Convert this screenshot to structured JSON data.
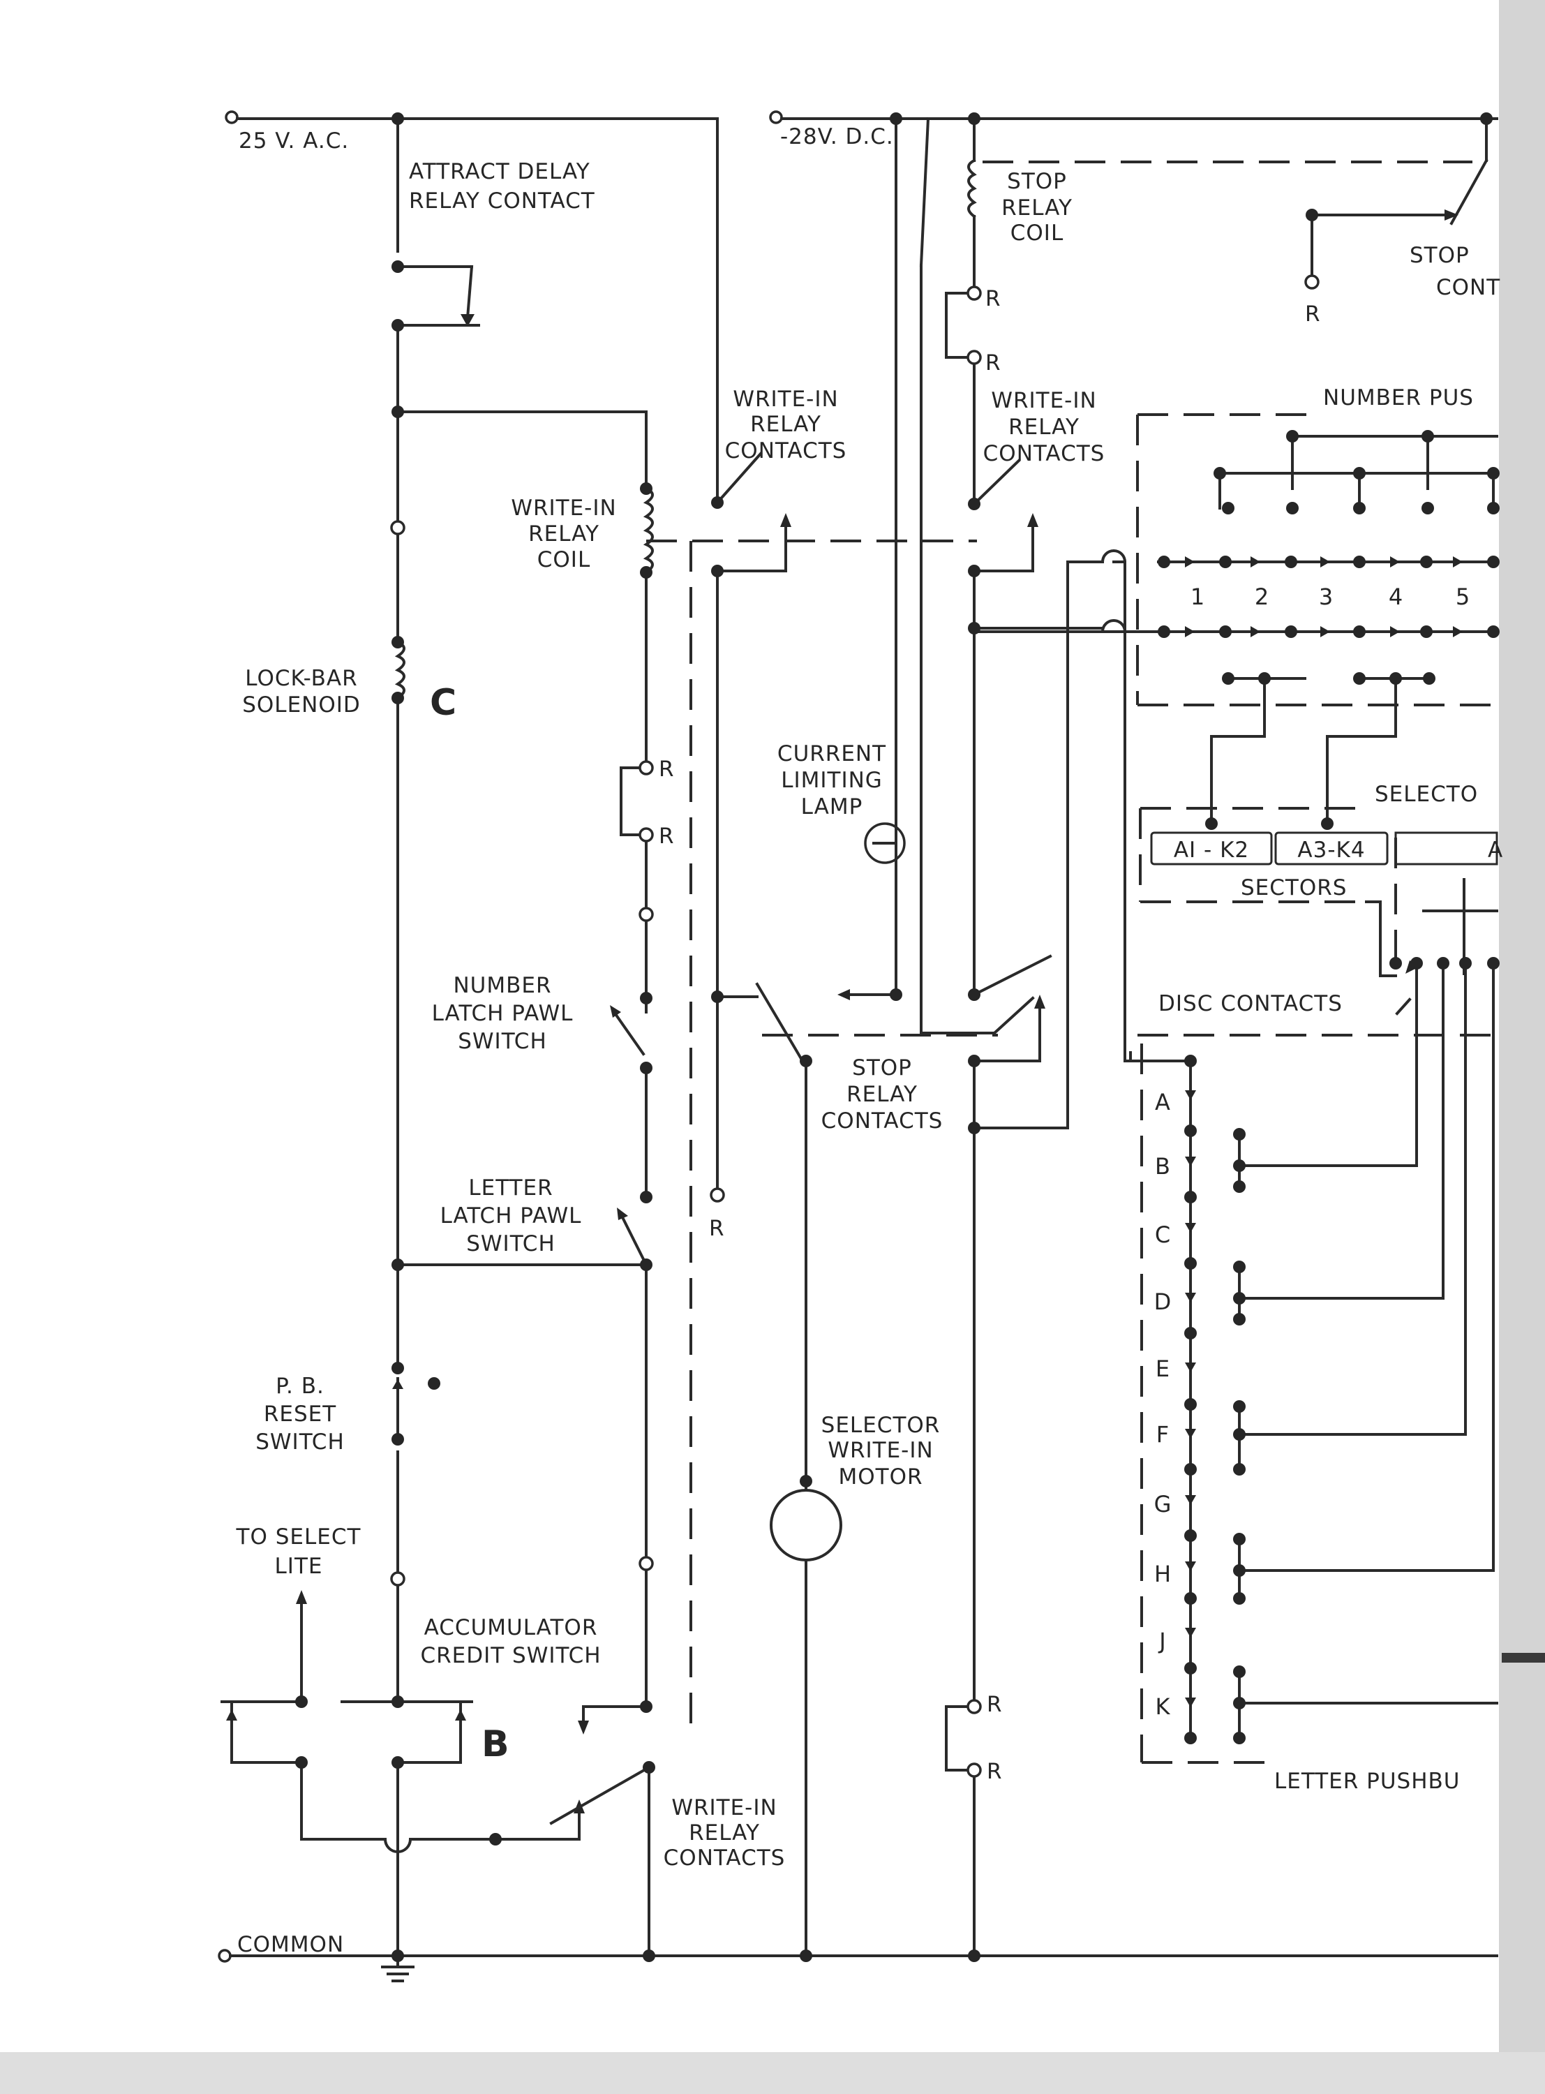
{
  "rails": {
    "ac_label": "25 V. A.C.",
    "dc_label": "-28V. D.C.",
    "common_label": "COMMON"
  },
  "labels": {
    "attract_delay_1": "ATTRACT DELAY",
    "attract_delay_2": "RELAY CONTACT",
    "stop_relay_coil_1": "STOP",
    "stop_relay_coil_2": "RELAY",
    "stop_relay_coil_3": "COIL",
    "stop_cont_1": "STOP",
    "stop_cont_2": "CONT",
    "number_pushbutton": "NUMBER PUS",
    "write_in_contacts_1a": "WRITE-IN",
    "write_in_contacts_1b": "RELAY",
    "write_in_contacts_1c": "CONTACTS",
    "write_in_contacts_2a": "WRITE-IN",
    "write_in_contacts_2b": "RELAY",
    "write_in_contacts_2c": "CONTACTS",
    "write_in_coil_1": "WRITE-IN",
    "write_in_coil_2": "RELAY",
    "write_in_coil_3": "COIL",
    "lock_bar_1": "LOCK-BAR",
    "lock_bar_2": "SOLENOID",
    "lock_bar_letter": "C",
    "current_lamp_1": "CURRENT",
    "current_lamp_2": "LIMITING",
    "current_lamp_3": "LAMP",
    "selector": "SELECTO",
    "sector_a1k2": "AI - K2",
    "sector_a3k4": "A3-K4",
    "sector_partial": "A",
    "sectors": "SECTORS",
    "disc_contacts": "DISC CONTACTS",
    "number_latch_1": "NUMBER",
    "number_latch_2": "LATCH PAWL",
    "number_latch_3": "SWITCH",
    "stop_contacts_1": "STOP",
    "stop_contacts_2": "RELAY",
    "stop_contacts_3": "CONTACTS",
    "letter_latch_1": "LETTER",
    "letter_latch_2": "LATCH PAWL",
    "letter_latch_3": "SWITCH",
    "pb_reset_1": "P. B.",
    "pb_reset_2": "RESET",
    "pb_reset_3": "SWITCH",
    "motor_1": "SELECTOR",
    "motor_2": "WRITE-IN",
    "motor_3": "MOTOR",
    "select_lite_1": "TO SELECT",
    "select_lite_2": "LITE",
    "accum_1": "ACCUMULATOR",
    "accum_2": "CREDIT SWITCH",
    "accum_letter": "B",
    "write_in_contacts_3a": "WRITE-IN",
    "write_in_contacts_3b": "RELAY",
    "write_in_contacts_3c": "CONTACTS",
    "letter_pushbutton": "LETTER PUSHBU",
    "r": "R"
  },
  "number_keys": [
    "1",
    "2",
    "3",
    "4",
    "5"
  ],
  "letter_keys": [
    "A",
    "B",
    "C",
    "D",
    "E",
    "F",
    "G",
    "H",
    "J",
    "K"
  ]
}
